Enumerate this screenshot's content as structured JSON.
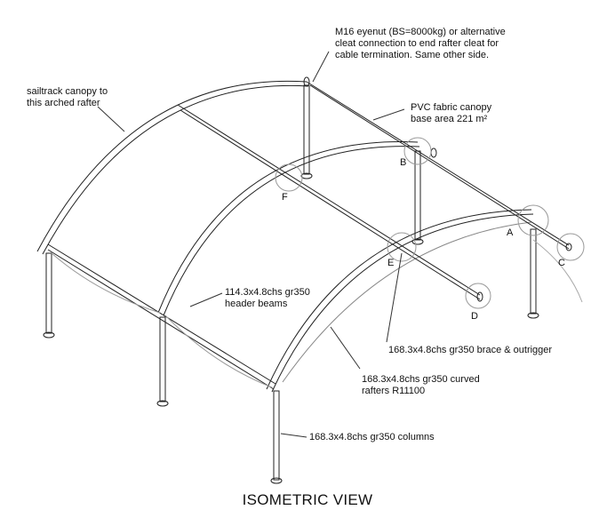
{
  "labels": {
    "eyenut": [
      "M16 eyenut (BS=8000kg) or alternative",
      "cleat connection to end rafter cleat for",
      "cable termination. Same other side."
    ],
    "sailtrack": [
      "sailtrack canopy to",
      "this arched rafter"
    ],
    "pvc": [
      "PVC fabric canopy",
      "base area 221 m²"
    ],
    "header": [
      "114.3x4.8chs gr350",
      "header beams"
    ],
    "brace": "168.3x4.8chs gr350 brace & outrigger",
    "rafters": [
      "168.3x4.8chs gr350 curved",
      "rafters R11100"
    ],
    "columns": "168.3x4.8chs gr350 columns"
  },
  "markers": {
    "A": "A",
    "B": "B",
    "C": "C",
    "D": "D",
    "E": "E",
    "F": "F"
  },
  "title": "ISOMETRIC VIEW",
  "colors": {
    "line": "#222222",
    "thin": "#555555"
  }
}
